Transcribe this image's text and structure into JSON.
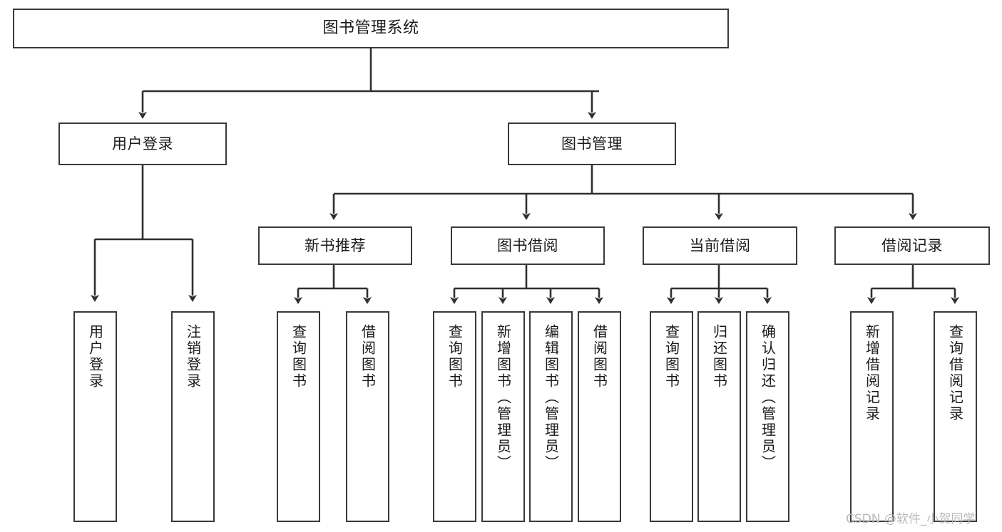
{
  "diagram": {
    "title": "图书管理系统",
    "type": "tree",
    "watermark": "CSDN @软件_小贺同学",
    "colors": {
      "box_border": "#3a3a3a",
      "box_fill": "#ffffff",
      "connector": "#2f2f2f",
      "text": "#1a1a1a",
      "watermark": "#b9b9b9"
    },
    "root": {
      "label": "图书管理系统"
    },
    "level2": [
      {
        "id": "user-login",
        "label": "用户登录"
      },
      {
        "id": "book-manage",
        "label": "图书管理"
      }
    ],
    "level3": [
      {
        "id": "new-book-rec",
        "label": "新书推荐",
        "parent": "book-manage"
      },
      {
        "id": "book-borrow",
        "label": "图书借阅",
        "parent": "book-manage"
      },
      {
        "id": "current-borrow",
        "label": "当前借阅",
        "parent": "book-manage"
      },
      {
        "id": "borrow-record",
        "label": "借阅记录",
        "parent": "book-manage"
      }
    ],
    "leaves": [
      {
        "id": "leaf-user-login",
        "label": "用户登录",
        "parent": "user-login"
      },
      {
        "id": "leaf-logout",
        "label": "注销登录",
        "parent": "user-login"
      },
      {
        "id": "leaf-query-book-1",
        "label": "查询图书",
        "parent": "new-book-rec"
      },
      {
        "id": "leaf-borrow-book-1",
        "label": "借阅图书",
        "parent": "new-book-rec"
      },
      {
        "id": "leaf-query-book-2",
        "label": "查询图书",
        "parent": "book-borrow"
      },
      {
        "id": "leaf-add-book",
        "label": "新增图书（管理员）",
        "parent": "book-borrow"
      },
      {
        "id": "leaf-edit-book",
        "label": "编辑图书（管理员）",
        "parent": "book-borrow"
      },
      {
        "id": "leaf-borrow-book-2",
        "label": "借阅图书",
        "parent": "book-borrow"
      },
      {
        "id": "leaf-query-book-3",
        "label": "查询图书",
        "parent": "current-borrow"
      },
      {
        "id": "leaf-return-book",
        "label": "归还图书",
        "parent": "current-borrow"
      },
      {
        "id": "leaf-confirm-return",
        "label": "确认归还（管理员）",
        "parent": "current-borrow"
      },
      {
        "id": "leaf-add-record",
        "label": "新增借阅记录",
        "parent": "borrow-record"
      },
      {
        "id": "leaf-query-record",
        "label": "查询借阅记录",
        "parent": "borrow-record"
      }
    ]
  }
}
